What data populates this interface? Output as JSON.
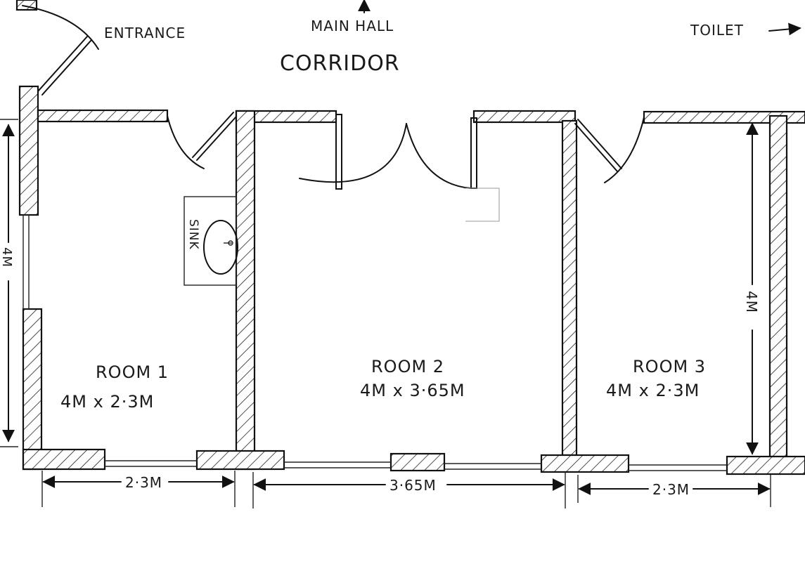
{
  "labels": {
    "entrance": "ENTRANCE",
    "main_hall": "MAIN HALL",
    "corridor": "CORRIDOR",
    "toilet": "TOILET",
    "sink": "SINK"
  },
  "rooms": [
    {
      "name": "ROOM 1",
      "size": "4M x 2·3M"
    },
    {
      "name": "ROOM 2",
      "size": "4M x 3·65M"
    },
    {
      "name": "ROOM 3",
      "size": "4M x 2·3M"
    }
  ],
  "dimensions": {
    "left_height": "4M",
    "right_height": "4M",
    "room1_width": "2·3M",
    "room2_width": "3·65M",
    "room3_width": "2·3M"
  }
}
